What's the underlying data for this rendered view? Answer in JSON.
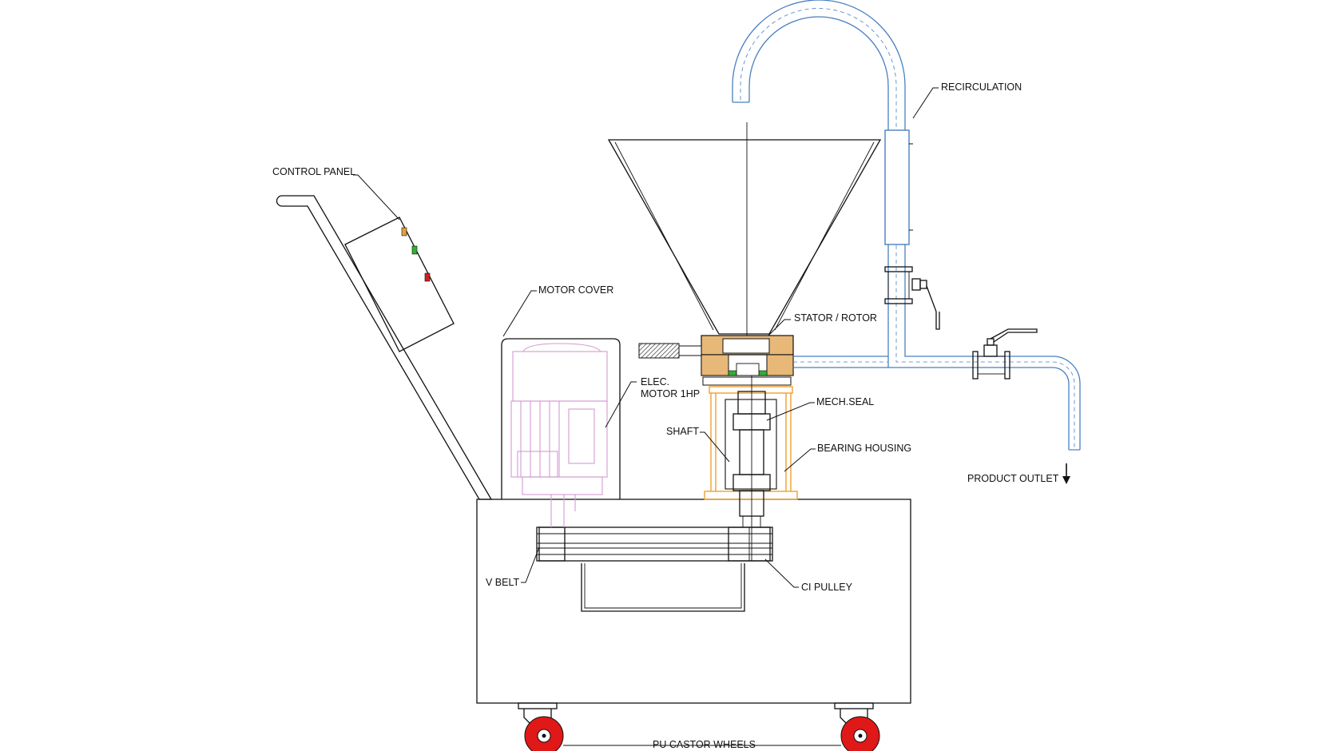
{
  "labels": {
    "control_panel": "CONTROL PANEL",
    "motor_cover": "MOTOR COVER",
    "elec_motor_line1": "ELEC.",
    "elec_motor_line2": "MOTOR 1HP",
    "stator_rotor": "STATOR / ROTOR",
    "recirculation": "RECIRCULATION",
    "mech_seal": "MECH.SEAL",
    "shaft": "SHAFT",
    "bearing_housing": "BEARING HOUSING",
    "product_outlet": "PRODUCT OUTLET",
    "v_belt": "V BELT",
    "ci_pulley": "CI PULLEY",
    "castor_wheels": "PU CASTOR WHEELS"
  },
  "colors": {
    "line": "#111111",
    "pipe": "#4a7fc1",
    "motor": "#d39ad0",
    "bearing": "#f0a030",
    "stator": "#e8b878",
    "wheel": "#e01818",
    "valve_green": "#30b030",
    "valve_red": "#d02020",
    "light_orange": "#e0a040"
  }
}
